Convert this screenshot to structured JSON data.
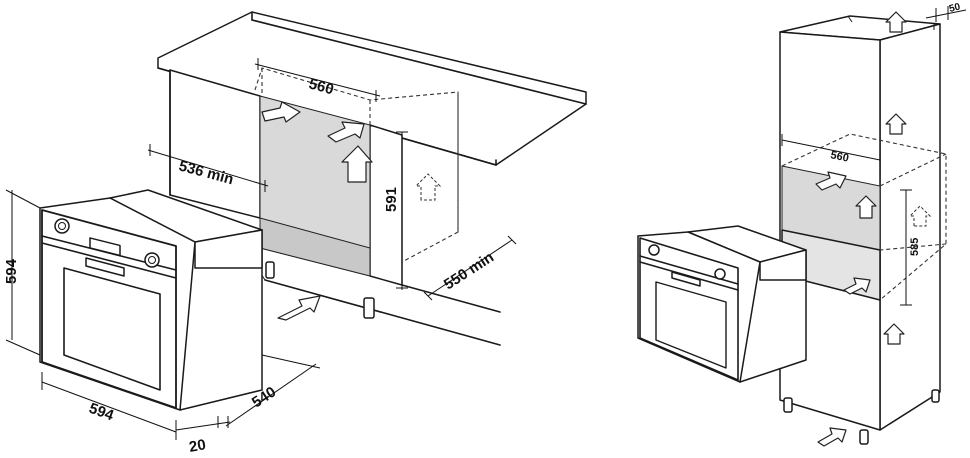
{
  "diagram": {
    "left_view": {
      "dim_niche_width": "560",
      "dim_niche_depth_min": "536 min",
      "dim_niche_height": "591",
      "dim_cabinet_depth_min": "550 min",
      "dim_oven_height": "594",
      "dim_oven_width": "594",
      "dim_oven_depth": "540",
      "dim_front_panel": "20"
    },
    "right_view": {
      "dim_niche_width": "560",
      "dim_niche_height": "585",
      "dim_rear_gap": "50"
    }
  }
}
